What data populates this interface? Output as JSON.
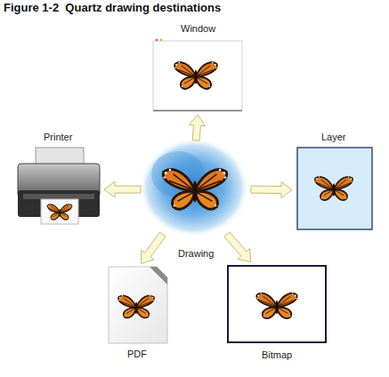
{
  "diagram": {
    "title": "Figure 1-2  Quartz drawing destinations",
    "nodes": [
      {
        "text": [
          "Window"
        ]
      },
      {
        "text": [
          "Printer"
        ]
      },
      {
        "text": [
          "Drawing"
        ]
      },
      {
        "text": [
          "Layer"
        ]
      },
      {
        "text": [
          "PDF"
        ]
      },
      {
        "text": [
          "Bitmap"
        ]
      }
    ],
    "edges": [
      {
        "from": 2,
        "to": 0,
        "arrow": "to"
      },
      {
        "from": 2,
        "to": 1,
        "arrow": "to"
      },
      {
        "from": 2,
        "to": 3,
        "arrow": "to"
      },
      {
        "from": 2,
        "to": 4,
        "arrow": "to"
      },
      {
        "from": 2,
        "to": 5,
        "arrow": "to"
      }
    ]
  }
}
